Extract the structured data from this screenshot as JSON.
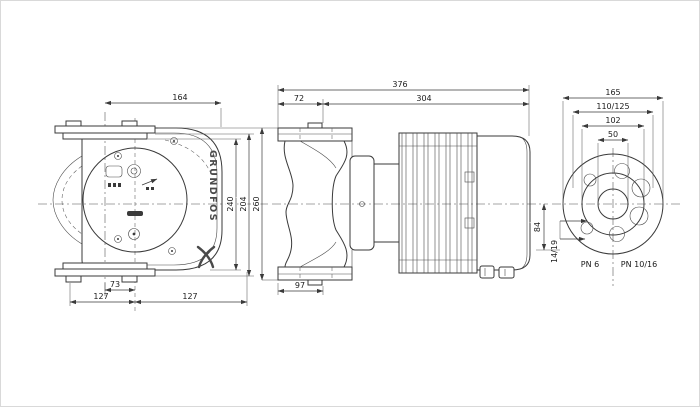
{
  "drawing": {
    "brand": "GRUNDFOS",
    "front_view": {
      "dim_head_width": "164",
      "dim_heights": [
        "240",
        "204",
        "260"
      ],
      "dim_base_offset": "73",
      "dim_half_left": "127",
      "dim_half_right": "127"
    },
    "side_view": {
      "dim_total_length": "376",
      "dim_flange_depth": "72",
      "dim_motor_length": "304",
      "dim_volute_depth": "97"
    },
    "flange_view": {
      "dim_flange_od": "165",
      "dim_bolt_circles": "110/125",
      "dim_hub_diameter": "102",
      "dim_bore": "50",
      "dim_hole_diameters": "14/19",
      "dim_center_offset": "84",
      "pn_left": "PN 6",
      "pn_right": "PN 10/16"
    }
  }
}
